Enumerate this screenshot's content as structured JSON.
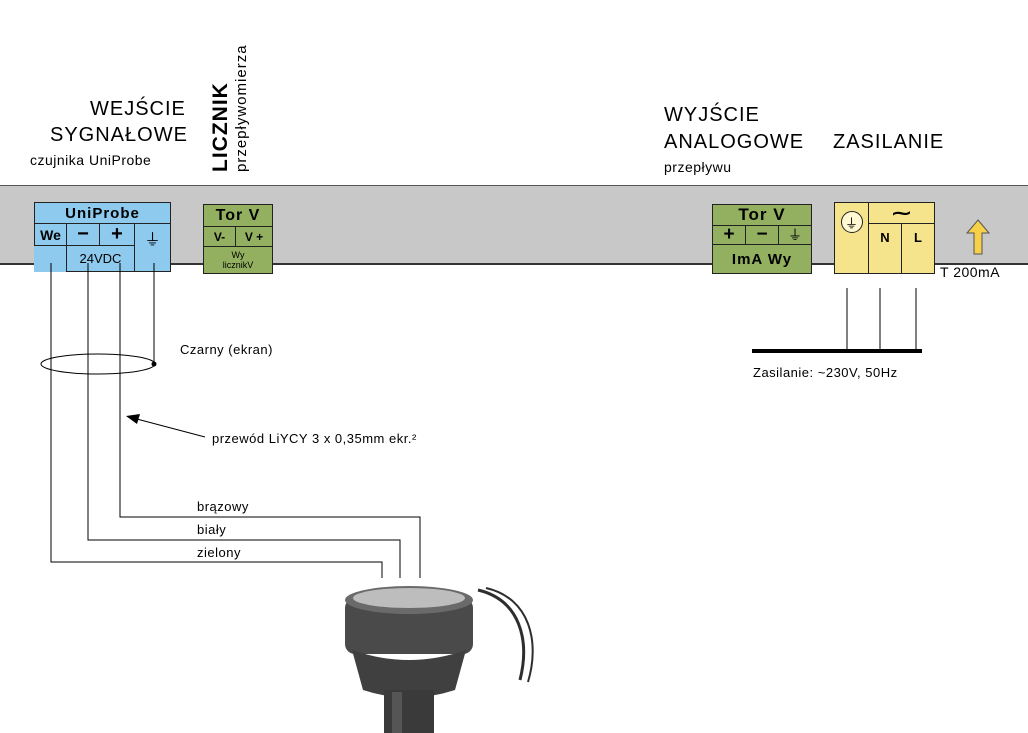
{
  "labels": {
    "signal_input_l1": "WEJŚCIE",
    "signal_input_l2": "SYGNAŁOWE",
    "signal_input_sub": "czujnika UniProbe",
    "counter_title": "LICZNIK",
    "counter_sub": "przepływomierza",
    "analog_output_l1": "WYJŚCIE",
    "analog_output_l2": "ANALOGOWE",
    "analog_output_sub": "przepływu",
    "power_title": "ZASILANIE"
  },
  "uniprobe_block": {
    "title": "UniProbe",
    "we": "We",
    "minus": "−",
    "plus": "+",
    "ground": "⏚",
    "voltage": "24VDC"
  },
  "counter_block": {
    "title": "Tor V",
    "v_minus": "V-",
    "v_plus": "V +",
    "output": "Wy\nlicznikV"
  },
  "analog_block": {
    "title": "Tor V",
    "plus": "+",
    "minus": "−",
    "ground": "⏚",
    "output": "ImA Wy"
  },
  "power_block": {
    "earth": "⏚",
    "ac_symbol": "⁓",
    "n": "N",
    "l": "L"
  },
  "fuse": {
    "arrow": "⇧",
    "label": "T 200mA"
  },
  "annotations": {
    "shield": "Czarny (ekran)",
    "cable": "przewód LiYCY 3 x 0,35mm ekr.²",
    "mains": "Zasilanie: ~230V, 50Hz",
    "wire_brown": "brązowy",
    "wire_white": "biały",
    "wire_green": "zielony"
  },
  "colors": {
    "panel": "#c8c8c8",
    "blue_terminal": "#8ec9ee",
    "green_terminal": "#92b060",
    "yellow_terminal": "#f6e48c",
    "fuse_arrow": "#f6d048"
  }
}
